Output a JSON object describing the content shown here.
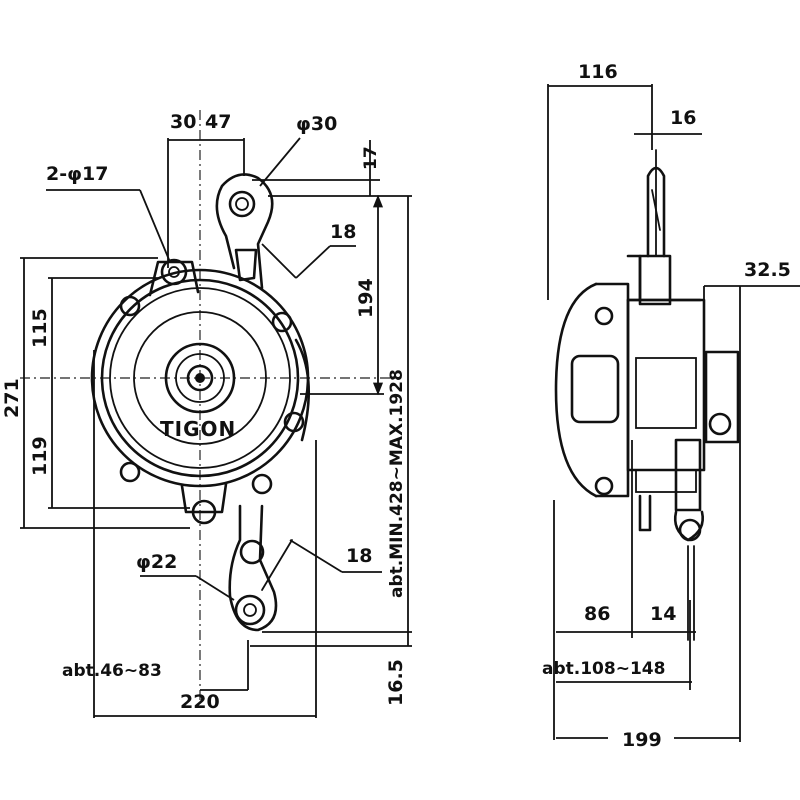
{
  "brand": "TIGON",
  "front_view": {
    "dims": {
      "d30": "30",
      "d47": "47",
      "phi30": "φ30",
      "d17": "17",
      "hole_2phi17": "2-φ17",
      "d18_top": "18",
      "d115": "115",
      "d119": "119",
      "d271": "271",
      "d194": "194",
      "stroke": "abt.MIN.428~MAX.1928",
      "d18_bottom": "18",
      "phi22": "φ22",
      "range_46_83": "abt.46~83",
      "d220": "220",
      "d16_5": "16.5"
    }
  },
  "side_view": {
    "dims": {
      "d116": "116",
      "d16": "16",
      "d32_5": "32.5",
      "d86": "86",
      "d14": "14",
      "range_108_148": "abt.108~148",
      "d199": "199"
    }
  }
}
